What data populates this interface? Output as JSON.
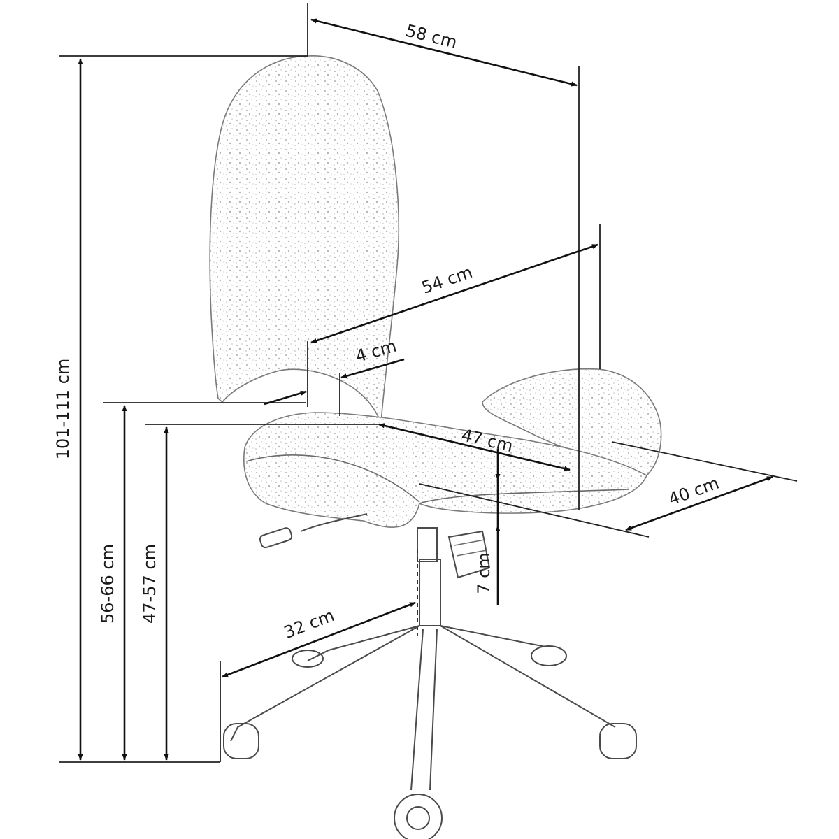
{
  "dimensions": {
    "top_width": "58 cm",
    "back_width": "54 cm",
    "cushion_gap": "4 cm",
    "seat_depth": "47 cm",
    "seat_width": "40 cm",
    "seat_thickness": "7 cm",
    "base_radius": "32 cm",
    "total_height": "101-111 cm",
    "seat_height": "56-66 cm",
    "seat_front_height": "47-57 cm"
  },
  "colors": {
    "line": "#111111",
    "sketch": "#6a6a6a",
    "background": "#ffffff"
  }
}
